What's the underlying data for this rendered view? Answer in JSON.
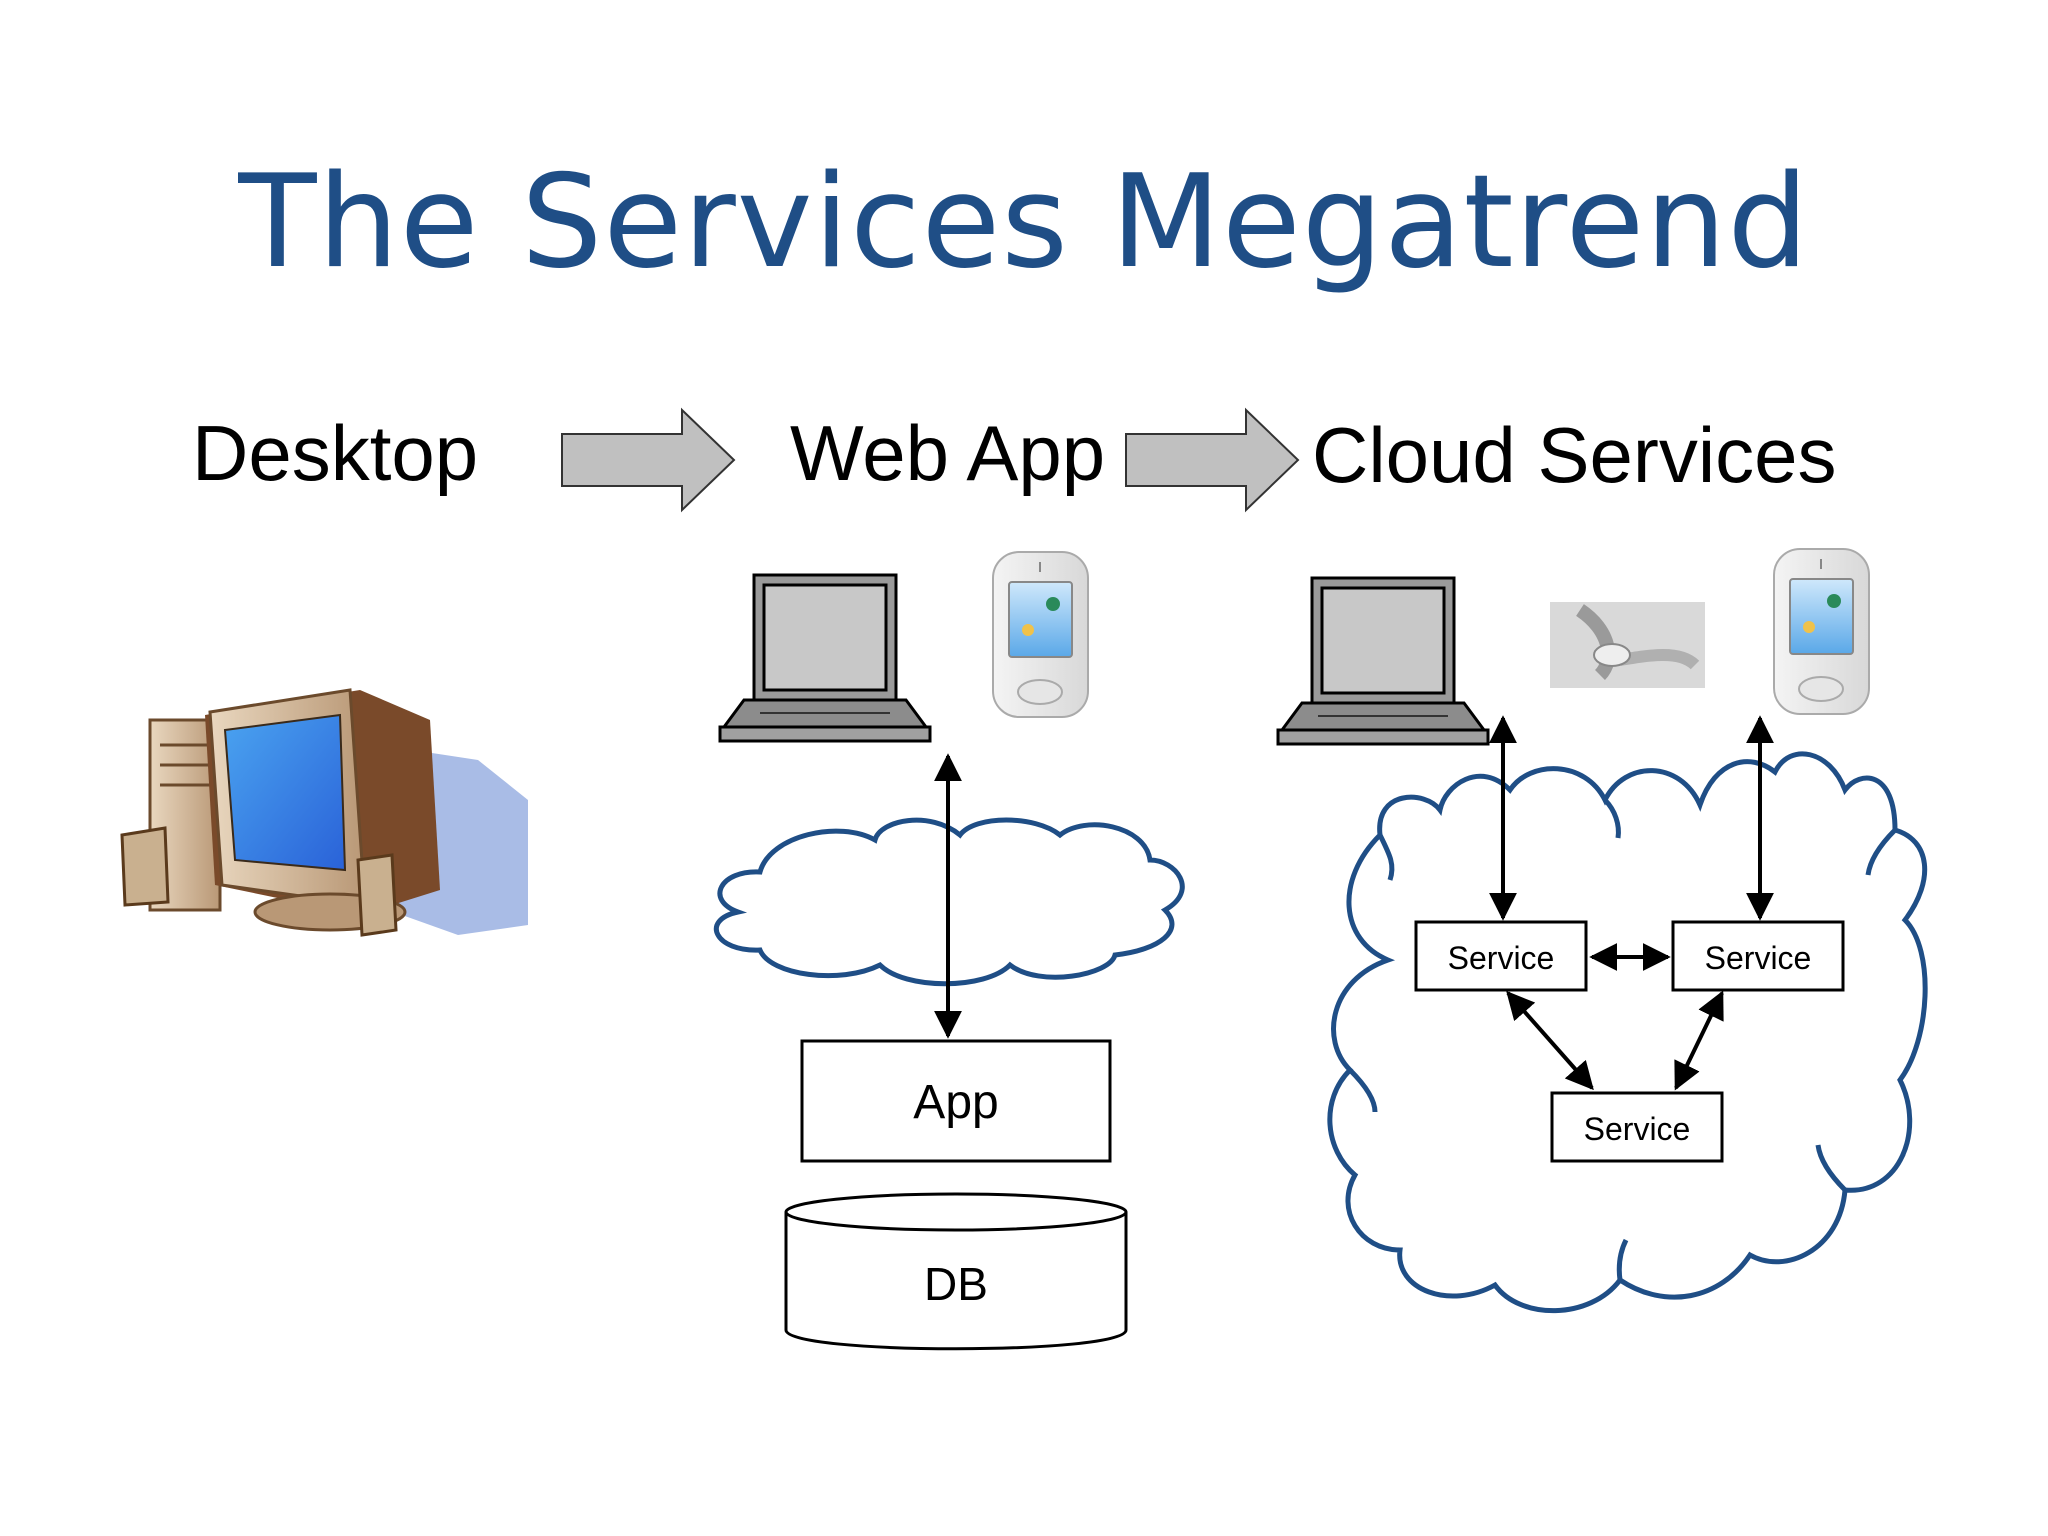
{
  "title": "The Services Megatrend",
  "stages": {
    "desktop": "Desktop",
    "web_app": "Web App",
    "cloud_services": "Cloud Services"
  },
  "web_app_stack": {
    "app_label": "App",
    "db_label": "DB"
  },
  "cloud_stack": {
    "service_labels": [
      "Service",
      "Service",
      "Service"
    ]
  },
  "colors": {
    "title": "#1f4e86",
    "cloud_outline": "#1f4e86",
    "arrow_fill": "#c0c0c0"
  },
  "icons": {
    "desktop": "desktop-computer-icon",
    "laptop": "laptop-icon",
    "phone": "smartphone-icon",
    "wearable": "wristband-device-icon"
  }
}
